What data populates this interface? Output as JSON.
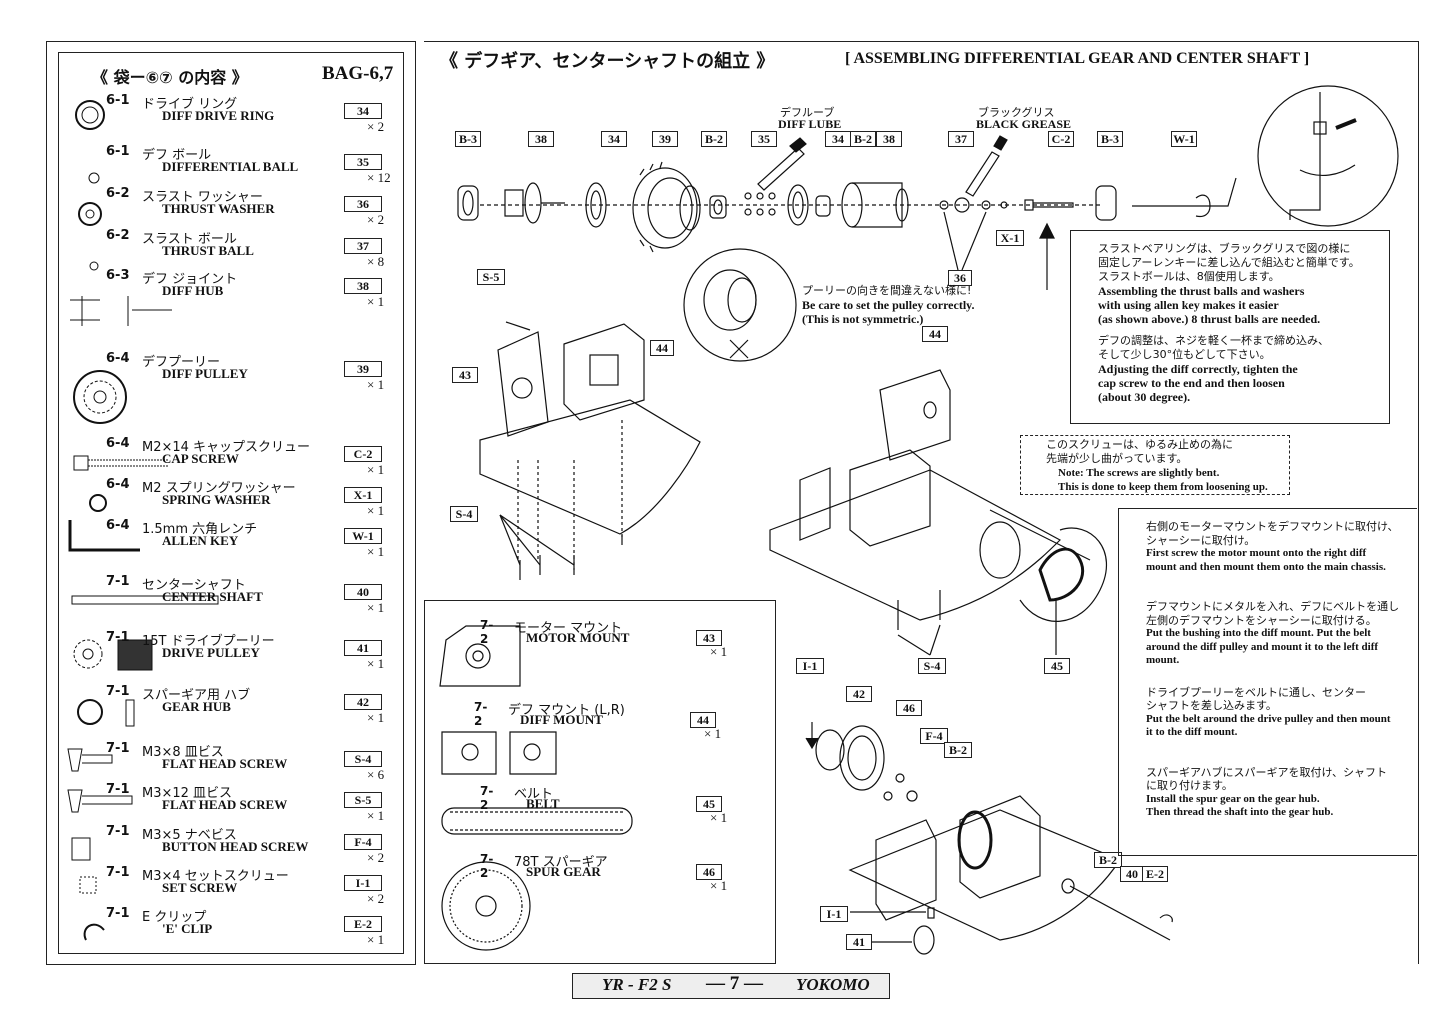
{
  "bag": {
    "title": "《 袋ー⑥⑦ の内容 》",
    "label": "BAG-6,7"
  },
  "header": {
    "jp_title": "《 デフギア、センターシャフトの組立 》",
    "en_title": "[ ASSEMBLING DIFFERENTIAL GEAR AND CENTER SHAFT ]"
  },
  "parts": [
    {
      "num": "6-1",
      "jp": "ドライブ リング",
      "en": "DIFF DRIVE RING",
      "code": "34",
      "qty": "× 2"
    },
    {
      "num": "6-1",
      "jp": "デフ ボール",
      "en": "DIFFERENTIAL BALL",
      "code": "35",
      "qty": "× 12"
    },
    {
      "num": "6-2",
      "jp": "スラスト ワッシャー",
      "en": "THRUST WASHER",
      "code": "36",
      "qty": "× 2"
    },
    {
      "num": "6-2",
      "jp": "スラスト ボール",
      "en": "THRUST BALL",
      "code": "37",
      "qty": "× 8"
    },
    {
      "num": "6-3",
      "jp": "デフ ジョイント",
      "en": "DIFF HUB",
      "code": "38",
      "qty": "× 1"
    },
    {
      "num": "6-4",
      "jp": "デフプーリー",
      "en": "DIFF PULLEY",
      "code": "39",
      "qty": "× 1"
    },
    {
      "num": "6-4",
      "jp": "M2×14 キャップスクリュー",
      "en": "CAP SCREW",
      "code": "C-2",
      "qty": "× 1"
    },
    {
      "num": "6-4",
      "jp": "M2 スプリングワッシャー",
      "en": "SPRING WASHER",
      "code": "X-1",
      "qty": "× 1"
    },
    {
      "num": "6-4",
      "jp": "1.5mm 六角レンチ",
      "en": "ALLEN KEY",
      "code": "W-1",
      "qty": "× 1"
    },
    {
      "num": "7-1",
      "jp": "センターシャフト",
      "en": "CENTER SHAFT",
      "code": "40",
      "qty": "× 1"
    },
    {
      "num": "7-1",
      "jp": "15T ドライブプーリー",
      "en": "DRIVE PULLEY",
      "code": "41",
      "qty": "× 1"
    },
    {
      "num": "7-1",
      "jp": "スパーギア用 ハブ",
      "en": "GEAR HUB",
      "code": "42",
      "qty": "× 1"
    },
    {
      "num": "7-1",
      "jp": "M3×8 皿ビス",
      "en": "FLAT HEAD SCREW",
      "code": "S-4",
      "qty": "× 6"
    },
    {
      "num": "7-1",
      "jp": "M3×12 皿ビス",
      "en": "FLAT HEAD SCREW",
      "code": "S-5",
      "qty": "× 1"
    },
    {
      "num": "7-1",
      "jp": "M3×5 ナベビス",
      "en": "BUTTON HEAD SCREW",
      "code": "F-4",
      "qty": "× 2"
    },
    {
      "num": "7-1",
      "jp": "M3×4 セットスクリュー",
      "en": "SET SCREW",
      "code": "I-1",
      "qty": "× 2"
    },
    {
      "num": "7-1",
      "jp": "E クリップ",
      "en": "'E' CLIP",
      "code": "E-2",
      "qty": "× 1"
    }
  ],
  "inner_parts": [
    {
      "num": "7-2",
      "jp": "モーター マウント",
      "en": "MOTOR MOUNT",
      "code": "43",
      "qty": "× 1"
    },
    {
      "num": "7-2",
      "jp": "デフ マウント (L,R)",
      "en": "DIFF MOUNT",
      "code": "44",
      "qty": "× 1"
    },
    {
      "num": "7-2",
      "jp": "ベルト",
      "en": "BELT",
      "code": "45",
      "qty": "× 1"
    },
    {
      "num": "7-2",
      "jp": "78T スパーギア",
      "en": "SPUR GEAR",
      "code": "46",
      "qty": "× 1"
    }
  ],
  "diagram_labels": {
    "top_row": [
      "B-3",
      "38",
      "34",
      "39",
      "B-2",
      "35",
      "34",
      "B-2",
      "38",
      "37",
      "C-2",
      "B-3",
      "W-1"
    ],
    "diff_lube_jp": "デフルーブ",
    "diff_lube_en": "DIFF LUBE",
    "grease_jp": "ブラックグリス",
    "grease_en": "BLACK GREASE",
    "x1": "X-1",
    "n36": "36",
    "s5": "S-5",
    "n44a": "44",
    "n43": "43",
    "s4a": "S-4",
    "n44b": "44",
    "s4b": "S-4",
    "n45": "45",
    "i1a": "I-1",
    "n42": "42",
    "n46": "46",
    "f4": "F-4",
    "b2b": "B-2",
    "b2c": "B-2",
    "n40": "40",
    "e2": "E-2",
    "i1b": "I-1",
    "n41": "41"
  },
  "notes": {
    "pulley_jp": "プーリーの向きを間違えない様に!",
    "pulley_en1": "Be care to set the pulley correctly.",
    "pulley_en2": "(This is not symmetric.)",
    "thrust_jp1": "スラストベアリングは、ブラックグリスで図の様に",
    "thrust_jp2": "固定しアーレンキーに差し込んで組込むと簡単です。",
    "thrust_jp3": "スラストボールは、8個使用します。",
    "thrust_en1": "Assembling the thrust balls and washers",
    "thrust_en2": "with using allen key makes it easier",
    "thrust_en3": "(as shown above.) 8 thrust balls are needed.",
    "adjust_jp1": "デフの調整は、ネジを軽く一杯まで締め込み、",
    "adjust_jp2": "そして少し30°位もどして下さい。",
    "adjust_en1": "Adjusting the diff correctly, tighten the",
    "adjust_en2": "cap screw to the end and then loosen",
    "adjust_en3": "(about 30 degree).",
    "screw_jp1": "このスクリューは、ゆるみ止めの為に",
    "screw_jp2": "先端が少し曲がっています。",
    "screw_en1": "Note: The screws are slightly bent.",
    "screw_en2": "This is done to keep them from loosening up.",
    "step1_jp1": "右側のモーターマウントをデフマウントに取付け、",
    "step1_jp2": "シャーシーに取付け。",
    "step1_en1": "First screw the motor mount onto the right diff",
    "step1_en2": "mount and then mount them onto the main chassis.",
    "step2_jp1": "デフマウントにメタルを入れ、デフにベルトを通し",
    "step2_jp2": "左側のデフマウントをシャーシーに取付ける。",
    "step2_en1": "Put the bushing into the diff mount.  Put the belt",
    "step2_en2": "around the diff pulley and mount it to the left diff",
    "step2_en3": "mount.",
    "step3_jp1": "ドライブプーリーをベルトに通し、センター",
    "step3_jp2": "シャフトを差し込みます。",
    "step3_en1": "Put the belt around the drive pulley and then mount",
    "step3_en2": "it to the diff mount.",
    "step4_jp1": "スパーギアハブにスパーギアを取付け、シャフト",
    "step4_jp2": "に取り付けます。",
    "step4_en1": "Install the spur gear on the gear hub.",
    "step4_en2": "Then thread the shaft into the gear hub."
  },
  "footer": {
    "model": "YR - F2 S",
    "page": "— 7 —",
    "brand": "YOKOMO"
  }
}
